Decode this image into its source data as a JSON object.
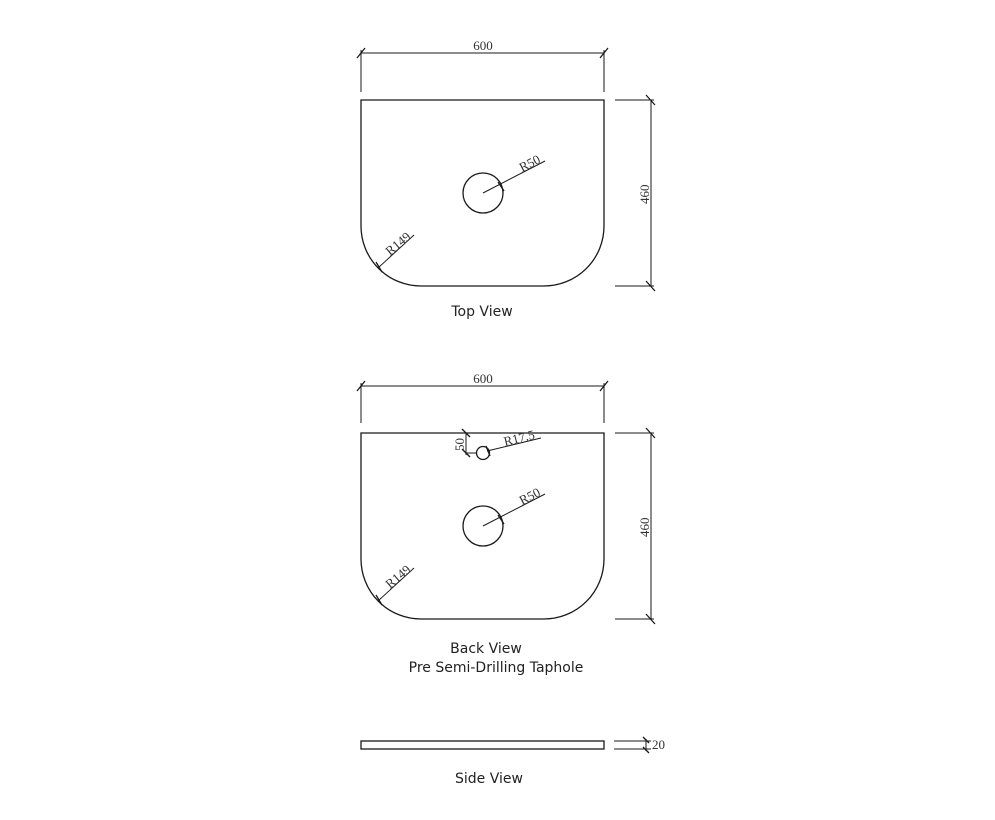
{
  "drawing": {
    "stroke_color": "#1a1a1a",
    "background": "#ffffff",
    "views": [
      {
        "name": "Top View",
        "caption": [
          "Top View"
        ],
        "width_dim": "600",
        "height_dim": "460",
        "corner_radius": "R149",
        "hole_radius": "R50"
      },
      {
        "name": "Back View",
        "caption": [
          "Back View",
          "Pre Semi-Drilling Taphole"
        ],
        "width_dim": "600",
        "height_dim": "460",
        "corner_radius": "R149",
        "hole_radius": "R50",
        "taphole_radius": "R17.5",
        "taphole_offset": "50"
      },
      {
        "name": "Side View",
        "caption": [
          "Side View"
        ],
        "thickness_dim": "20"
      }
    ]
  }
}
